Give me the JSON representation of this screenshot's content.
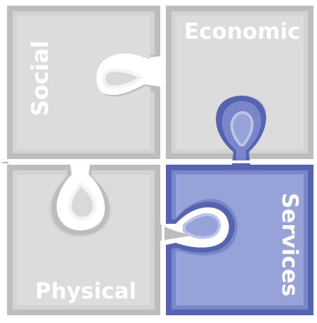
{
  "pieces": {
    "social": {
      "label": "Social"
    },
    "economic": {
      "label": "Economic"
    },
    "physical": {
      "label": "Physical"
    },
    "services": {
      "label": "Services"
    }
  },
  "colors": {
    "grey_outer": "#b9b9b9",
    "grey_mid": "#cfcfcf",
    "grey_face": "#d9d9d9",
    "grey_rim": "#f2f2f2",
    "blue_outer": "#5866b4",
    "blue_mid": "#7c88cc",
    "blue_face": "#97a2d8",
    "blue_rim": "#b9c1e8",
    "label": "#ffffff",
    "divider": "#ffffff"
  }
}
